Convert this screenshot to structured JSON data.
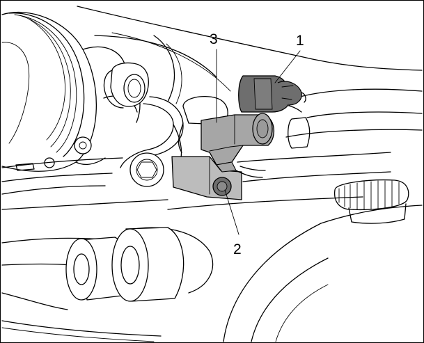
{
  "colors": {
    "line": "#000000",
    "background": "#ffffff",
    "part_dark": "#6e6e6e",
    "part_medium": "#a6a6a6",
    "part_light": "#bcbcbc"
  },
  "callouts": [
    {
      "id": "1",
      "label": "1"
    },
    {
      "id": "2",
      "label": "2"
    },
    {
      "id": "3",
      "label": "3"
    }
  ]
}
